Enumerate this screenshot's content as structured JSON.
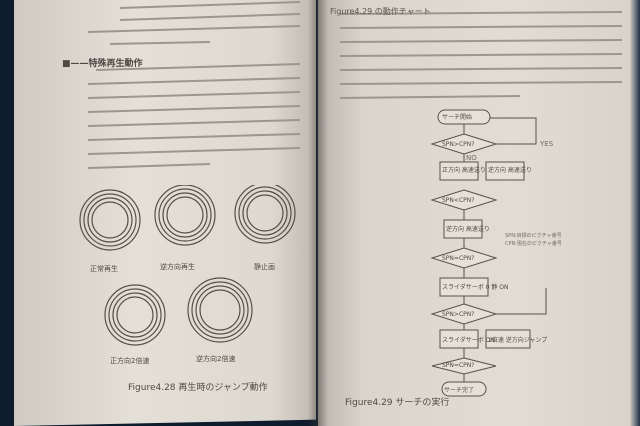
{
  "left_page": {
    "section_title": "■——特殊再生動作",
    "figure_caption": "Figure4.28 再生時のジャンプ動作",
    "diagram_labels": [
      "正常再生",
      "逆方向再生",
      "静止画",
      "正方向2倍速",
      "逆方向2倍速"
    ]
  },
  "right_page": {
    "heading": "Figure4.29 の動作チャート",
    "figure_caption": "Figure4.29 サーチの実行",
    "flow_nodes": [
      "サーチ開始",
      "SPN>CPN?",
      "正方向 高速送り",
      "逆方向 高速送り",
      "SPN<CPN?",
      "逆方向 高速送り",
      "SPN=CPN?",
      "スライダサーボ 0 静 ON",
      "SPN>CPN?",
      "スライダサーボ ON",
      "1倍速 逆方向ジャンプ",
      "SPN=CPN?",
      "サーチ完了"
    ],
    "yes_no": [
      "YES",
      "NO"
    ],
    "legend": [
      "SPN:目標のピクチャ番号",
      "CPN:現在のピクチャ番号"
    ]
  }
}
